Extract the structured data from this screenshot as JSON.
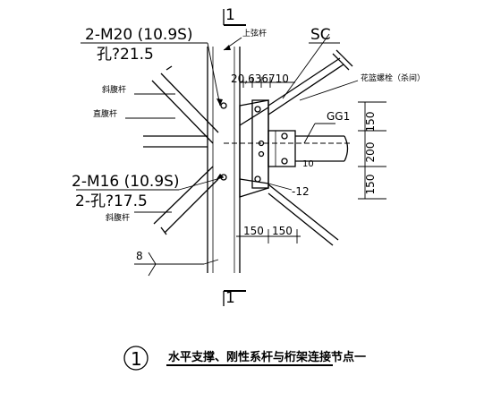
{
  "section_marks": {
    "top": "1",
    "bottom": "1"
  },
  "labels": {
    "bolt_m20": "2-M20 (10.9S)",
    "hole_21_5": "孔?21.5",
    "upper_chord": "上弦杆",
    "sc": "SC",
    "turnbuckle": "花篮螺栓（杀间）",
    "dims_small": "20,636710",
    "diagonal_upper": "斜腹杆",
    "vertical_web": "直腹杆",
    "gg1": "GG1",
    "bolt_m16": "2-M16 (10.9S)",
    "hole_17_5": "2-孔?17.5",
    "plate_12": "-12",
    "diagonal_lower": "斜腹杆",
    "ten": "10",
    "weld_8": "8"
  },
  "dimensions": {
    "vertical": [
      "150",
      "200",
      "150"
    ],
    "horizontal": [
      "150",
      "150"
    ]
  },
  "caption": {
    "number": "1",
    "title": "水平支撑、刚性系杆与桁架连接节点一"
  }
}
